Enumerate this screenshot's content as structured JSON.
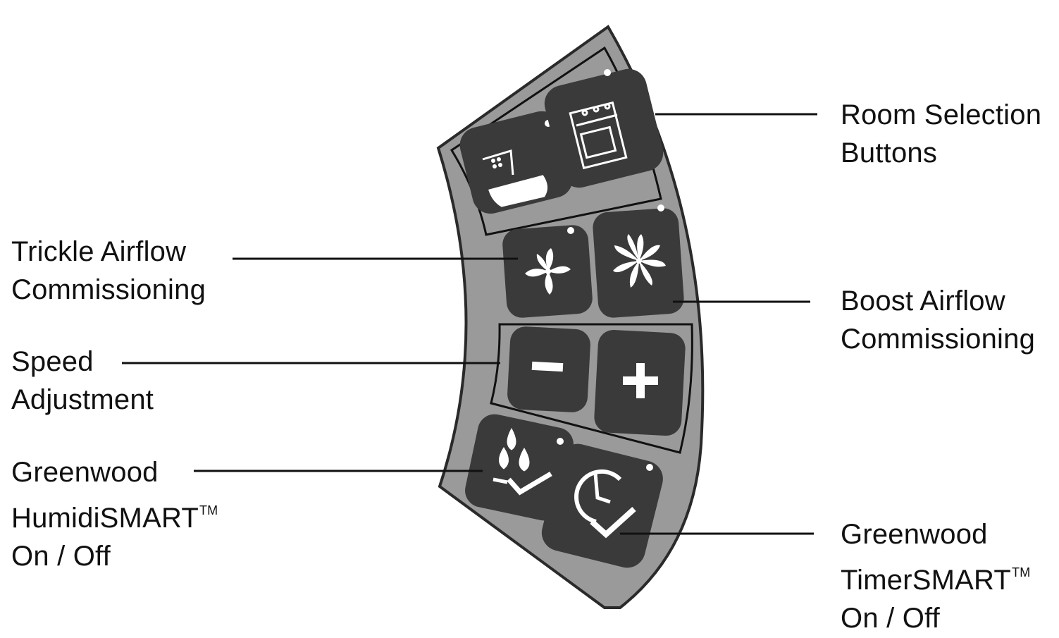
{
  "labels": {
    "room_selection": {
      "line1": "Room Selection",
      "line2": "Buttons"
    },
    "trickle": {
      "line1": "Trickle Airflow",
      "line2": "Commissioning"
    },
    "boost": {
      "line1": "Boost Airflow",
      "line2": "Commissioning"
    },
    "speed": {
      "line1": "Speed",
      "line2": "Adjustment"
    },
    "humidismart": {
      "line1": "Greenwood",
      "line2": "HumidiSMART",
      "tm": "TM",
      "line3": "On / Off"
    },
    "timersmart": {
      "line1": "Greenwood",
      "line2": "TimerSMART",
      "tm": "TM",
      "line3": "On / Off"
    }
  },
  "buttons": {
    "bathroom": {
      "icon": "bathroom-icon"
    },
    "kitchen": {
      "icon": "kitchen-icon"
    },
    "trickle": {
      "icon": "trickle-fan-icon"
    },
    "boost": {
      "icon": "boost-fan-icon"
    },
    "minus": {
      "icon": "minus-icon"
    },
    "plus": {
      "icon": "plus-icon"
    },
    "humidity": {
      "icon": "humidity-icon"
    },
    "timer": {
      "icon": "timer-icon"
    }
  },
  "colors": {
    "panel": "#9a9a9a",
    "button": "#3a3a3a",
    "icon": "#ffffff",
    "line": "#111111"
  }
}
